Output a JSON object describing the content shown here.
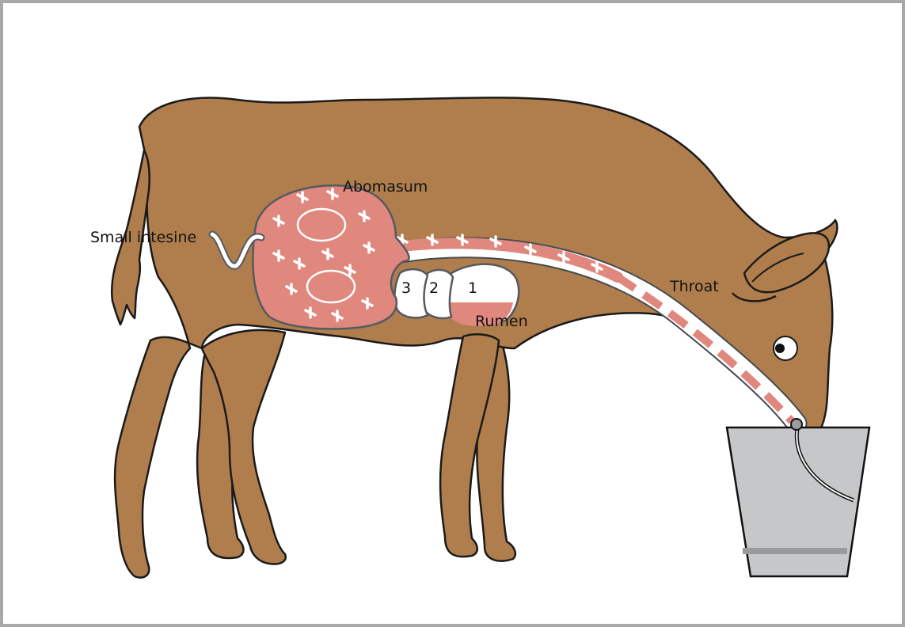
{
  "labels": {
    "abomasum": "Abomasum",
    "small_intestine": "Small intesine",
    "throat": "Throat",
    "rumen": "Rumen",
    "chamber_1": "1",
    "chamber_2": "2",
    "chamber_3": "3"
  },
  "colors": {
    "body": "#b07e4d",
    "outline": "#1a1a1a",
    "milk_pink": "#e0877e",
    "bucket": "#c6c7c9",
    "bucket_band": "#9a9b9d",
    "frame": "#a8a8a8"
  }
}
